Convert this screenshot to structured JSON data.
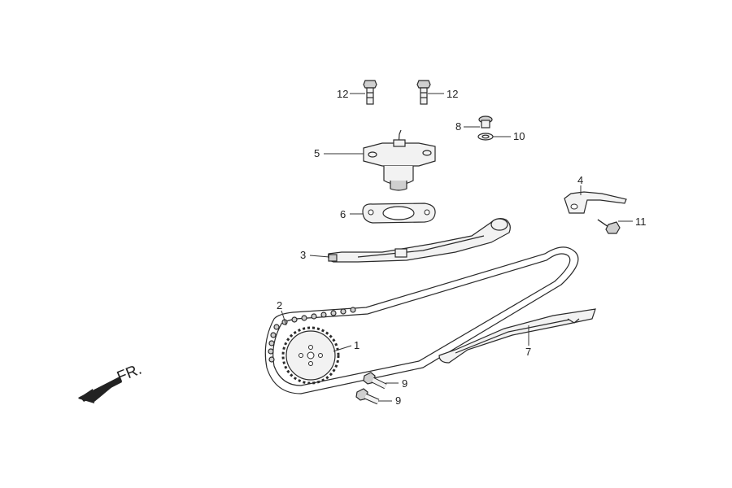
{
  "diagram": {
    "callouts": {
      "p1": "1",
      "p2": "2",
      "p3": "3",
      "p4": "4",
      "p5": "5",
      "p6": "6",
      "p7": "7",
      "p8": "8",
      "p9a": "9",
      "p9b": "9",
      "p10": "10",
      "p11": "11",
      "p12a": "12",
      "p12b": "12"
    },
    "front_label": "FR."
  }
}
